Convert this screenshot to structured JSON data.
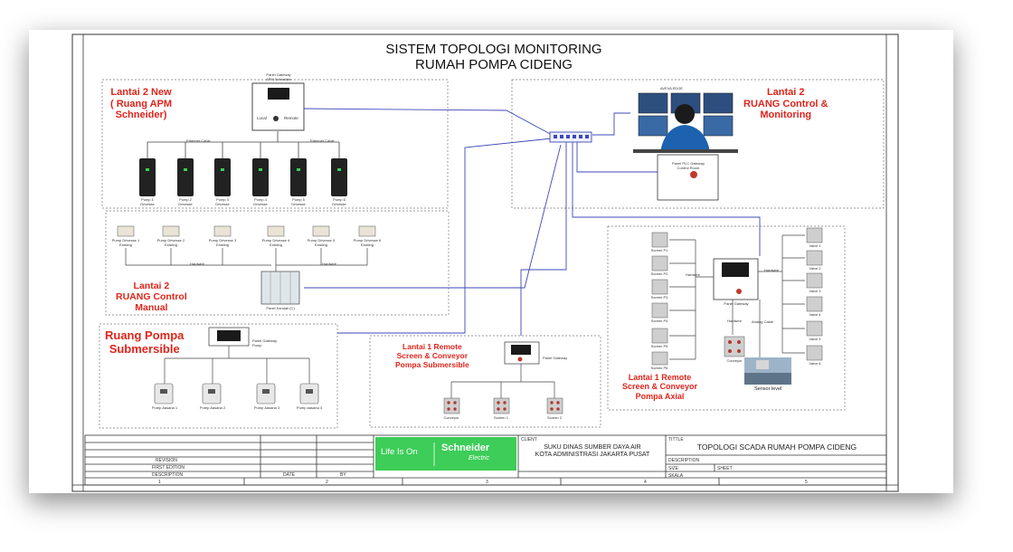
{
  "title": {
    "line1": "SISTEM TOPOLOGI MONITORING",
    "line2": "RUMAH POMPA CIDENG"
  },
  "zones": {
    "apm": {
      "label": "Lantai 2 New\n( Ruang APM\nSchneider)"
    },
    "control_monitoring": {
      "label": "Lantai 2\nRUANG Control &\nMonitoring"
    },
    "control_manual": {
      "label": "Lantai 2\nRUANG Control\nManual"
    },
    "submersible": {
      "label": "Ruang Pompa\nSubmersible"
    },
    "remote_submersible": {
      "label": "Lantai 1 Remote\nScreen & Conveyor\nPompa Submersible"
    },
    "remote_axial": {
      "label": "Lantai 1 Remote\nScreen & Conveyor\nPompa Axial"
    }
  },
  "apm_panel": {
    "title": "Panel Gateway\nAPM Schneider",
    "local": "Local",
    "remote": "Remote"
  },
  "cable_labels": {
    "left": "Ethernet Cable",
    "right": "Ethernet Cable"
  },
  "drives": [
    "Pump 1\nDrivesse",
    "Pump 2\nDrivesse",
    "Pump 3\nDrivesse",
    "Pump 4\nDrivesse",
    "Pump 5\nDrivesse",
    "Pump 6\nDrivesse"
  ],
  "manual_pumps": [
    "Pump Drivesse 1\nExisting",
    "Pump Drivesse 2\nExisting",
    "Pump Drivesse 3\nExisting",
    "Pump Drivesse 4\nExisting",
    "Pump Drivesse 5\nExisting",
    "Pump Drivesse 6\nExisting"
  ],
  "manual_hardwire": {
    "left": "Hardwire",
    "right": "Hardwire"
  },
  "panel_kendali": "Panel Kendali (C)",
  "monitoring": {
    "screen_label": "AVEVA EDGE",
    "plc_panel": "Panel PLC Gateway\nControl Room"
  },
  "sub_panel": "Panel Gateway\nPump",
  "sub_pumps": [
    "Pump Aasana 1",
    "Pump Aasana 2",
    "Pump Aasana 3",
    "Pump aasana 4"
  ],
  "remote_sub": {
    "panel": "Panel Gateway",
    "devices": [
      "Conveyor",
      "Screen 1",
      "Screen 2"
    ]
  },
  "axial": {
    "screens": [
      "Screen P1",
      "Screen P2",
      "Screen P3",
      "Screen P4",
      "Screen P5",
      "Screen P6"
    ],
    "valves": [
      "Valve 1",
      "Valve 2",
      "Valve 3",
      "Valve 4",
      "Valve 5",
      "Valve 6"
    ],
    "panel": "Panel Gateway",
    "hardwire_left": "Hardwire",
    "hardwire_right": "Hardwire",
    "conveyor_hw": "Hardwire",
    "analog_cable": "Analog Cable",
    "conveyor": "Conveyor",
    "sensor": "Sensor level"
  },
  "title_block": {
    "revision": "REVISION",
    "first_edition": "FIRST EDITION",
    "description": "DESCRIPTION",
    "date": "DATE",
    "by": "BY",
    "logo_left": "Life Is On",
    "logo_brand": "Schneider",
    "logo_sub": "Electric",
    "client_label": "CLIENT",
    "client_line1": "SUKU DINAS SUMBER DAYA AIR",
    "client_line2": "KOTA ADMINISTRASI JAKARTA PUSAT",
    "title_label": "TITTLE",
    "drawing_title": "TOPOLOGI SCADA RUMAH POMPA CIDENG",
    "desc_label": "DESCRIPTION",
    "size_label": "SIZE",
    "sheet_label": "SHEET",
    "scale_label": "SKALA",
    "col_numbers": [
      "1",
      "2",
      "3",
      "4",
      "5"
    ]
  },
  "colors": {
    "zone_label": "#e0241b",
    "network_line": "#3d48b8",
    "logo_green": "#3dcd58"
  }
}
